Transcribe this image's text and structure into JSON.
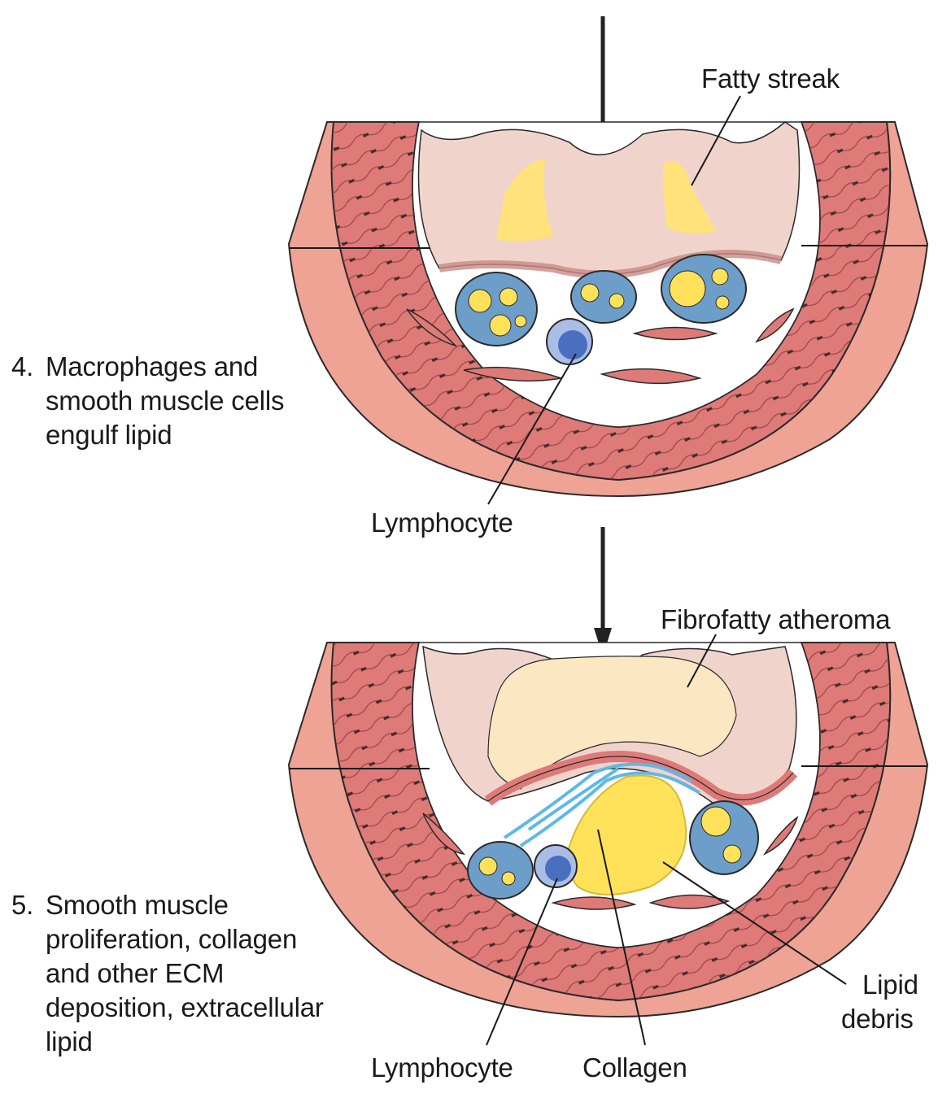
{
  "stage4": {
    "caption": {
      "number": "4.",
      "lines": [
        "Macrophages and",
        "smooth muscle cells",
        "engulf lipid"
      ]
    },
    "labels": {
      "fatty_streak": "Fatty streak",
      "lymphocyte": "Lymphocyte"
    }
  },
  "stage5": {
    "caption": {
      "number": "5.",
      "lines": [
        "Smooth muscle",
        "proliferation, collagen",
        "and other ECM",
        "deposition, extracellular",
        "lipid"
      ]
    },
    "labels": {
      "fibrofatty_atheroma": "Fibrofatty atheroma",
      "lymphocyte": "Lymphocyte",
      "collagen": "Collagen",
      "lipid_debris_line1": "Lipid",
      "lipid_debris_line2": "debris"
    }
  },
  "colors": {
    "adventitia": "#eea394",
    "media": "#de7a78",
    "intima": "#f3cfc5",
    "lumen_plaque": "#f0d4cc",
    "fatty_streak": "#ffe27a",
    "atheroma": "#fbe7c2",
    "lipid": "#ffe25a",
    "macrophage": "#6d9ec9",
    "lymphocyte": "#8fa8d8",
    "collagen": "#5fb8e6",
    "nucleus": "#1a1a1a",
    "outline": "#2a2a2a"
  }
}
